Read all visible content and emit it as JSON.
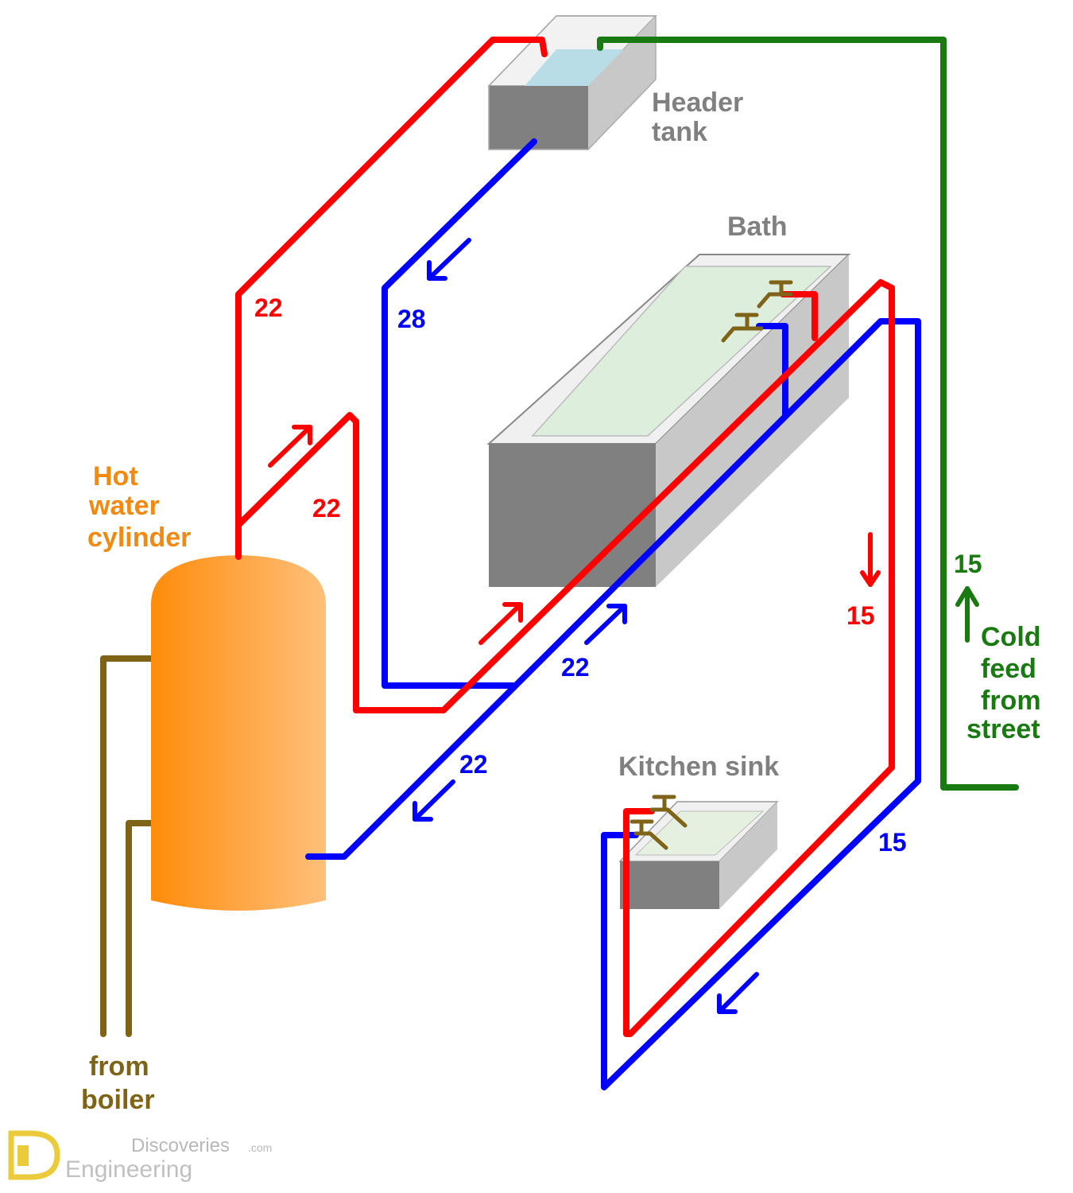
{
  "colors": {
    "hot": "#ff0000",
    "cold": "#0000ff",
    "mains": "#1a7a12",
    "boiler": "#7f6418",
    "cylinder_label": "#f28a12",
    "fixture_label": "#808080",
    "fixture_front": "#808080",
    "fixture_side": "#c8c8c8",
    "fixture_top": "#f0f0f0",
    "water": "#b8dde6"
  },
  "labels": {
    "header_tank": [
      "Header",
      "tank"
    ],
    "bath": "Bath",
    "hot_water_cylinder": [
      "Hot",
      "water",
      "cylinder"
    ],
    "kitchen_sink": "Kitchen sink",
    "cold_feed": [
      "Cold",
      "feed",
      "from",
      "street"
    ],
    "from_boiler": [
      "from",
      "boiler"
    ]
  },
  "pipe_sizes": {
    "vent_pipe": "22",
    "cold_down_feed": "28",
    "hot_draw_off": "22",
    "bath_hot": "15",
    "cylinder_feed_upper": "22",
    "cylinder_feed_lower": "22",
    "mains_cold": "15",
    "sink_cold": "15"
  },
  "watermark": {
    "line1": "Discoveries",
    "suffix": ".com",
    "line2": "Engineering"
  }
}
